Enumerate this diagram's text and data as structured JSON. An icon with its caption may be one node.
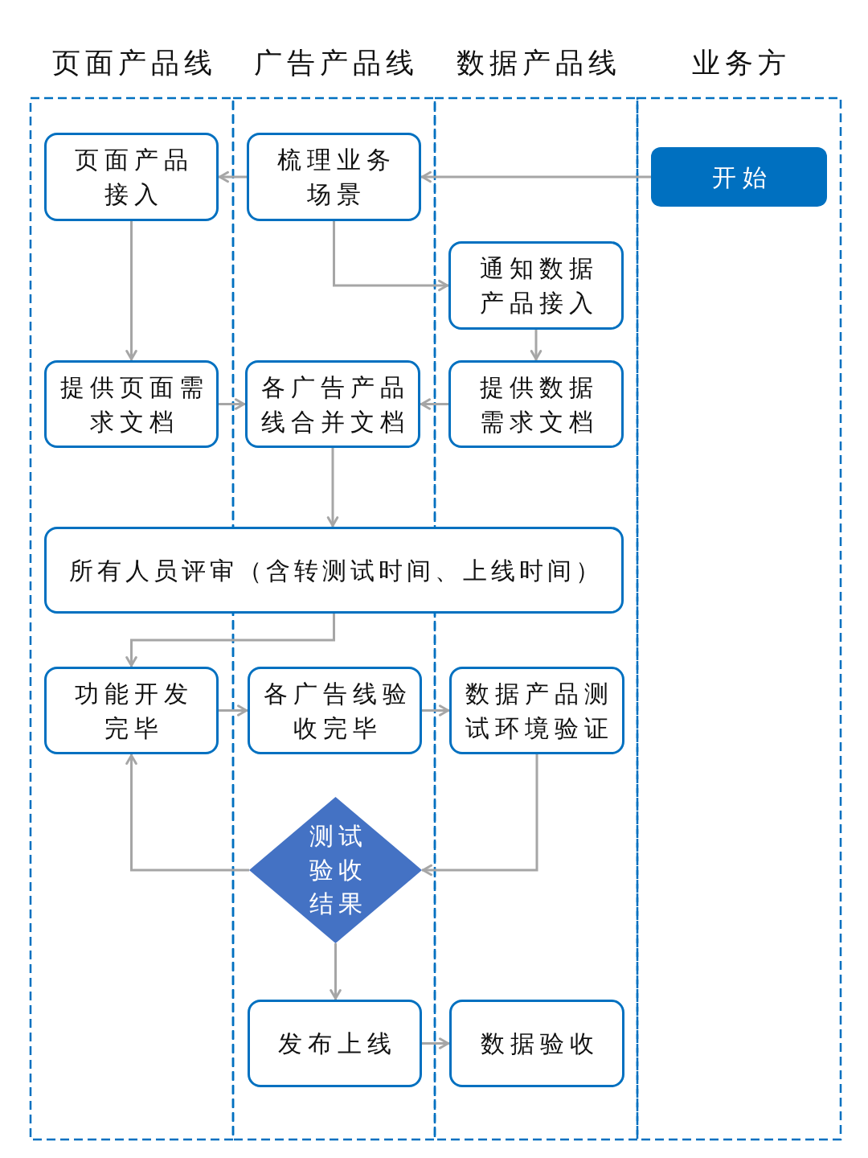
{
  "diagram": {
    "nodes": [
      {
        "text": [
          "页面产品线"
        ]
      },
      {
        "text": [
          "广告产品线"
        ]
      },
      {
        "text": [
          "数据产品线"
        ]
      },
      {
        "text": [
          "业务方"
        ]
      },
      {
        "text": [
          "开始"
        ],
        "in": 3
      },
      {
        "text": [
          "梳理业务场景"
        ],
        "in": 1
      },
      {
        "text": [
          "页面产品接入"
        ],
        "in": 0
      },
      {
        "text": [
          "通知数据产品接入"
        ],
        "in": 2
      },
      {
        "text": [
          "提供页面需求文档"
        ],
        "in": 0
      },
      {
        "text": [
          "各广告产品线合并文档"
        ],
        "in": 1
      },
      {
        "text": [
          "提供数据需求文档"
        ],
        "in": 2
      },
      {
        "text": [
          "所有人员评审（含转测试时间、上线时间）"
        ]
      },
      {
        "text": [
          "功能开发完毕"
        ],
        "in": 0
      },
      {
        "text": [
          "各广告线验收完毕"
        ],
        "in": 1
      },
      {
        "text": [
          "数据产品测试环境验证"
        ],
        "in": 2
      },
      {
        "text": [
          "测试验收结果"
        ],
        "in": 1
      },
      {
        "text": [
          "发布上线"
        ],
        "in": 1
      },
      {
        "text": [
          "数据验收"
        ],
        "in": 2
      }
    ],
    "edges": [
      {
        "from": 4,
        "to": 5,
        "arrow": "to"
      },
      {
        "from": 5,
        "to": 6,
        "arrow": "to"
      },
      {
        "from": 5,
        "to": 7,
        "arrow": "to"
      },
      {
        "from": 6,
        "to": 8,
        "arrow": "to"
      },
      {
        "from": 7,
        "to": 10,
        "arrow": "to"
      },
      {
        "from": 8,
        "to": 9,
        "arrow": "to"
      },
      {
        "from": 10,
        "to": 9,
        "arrow": "to"
      },
      {
        "from": 9,
        "to": 11,
        "arrow": "to"
      },
      {
        "from": 11,
        "to": 12,
        "arrow": "to"
      },
      {
        "from": 12,
        "to": 13,
        "arrow": "to"
      },
      {
        "from": 13,
        "to": 14,
        "arrow": "to"
      },
      {
        "from": 14,
        "to": 15,
        "arrow": "to"
      },
      {
        "from": 15,
        "to": 12,
        "arrow": "to"
      },
      {
        "from": 15,
        "to": 16,
        "arrow": "to"
      },
      {
        "from": 16,
        "to": 17,
        "arrow": "to"
      }
    ]
  }
}
